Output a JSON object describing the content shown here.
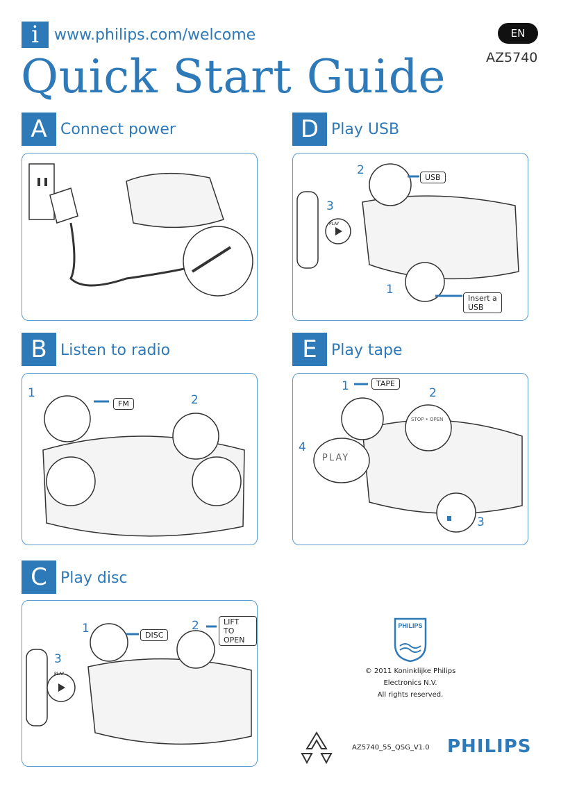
{
  "header": {
    "info_icon_letter": "i",
    "url": "www.philips.com/welcome",
    "title": "Quick Start Guide",
    "language": "EN",
    "model": "AZ5740"
  },
  "sections": {
    "A": {
      "letter": "A",
      "title": "Connect power"
    },
    "B": {
      "letter": "B",
      "title": "Listen to radio",
      "step1": "1",
      "step2": "2",
      "label_fm": "FM"
    },
    "C": {
      "letter": "C",
      "title": "Play disc",
      "step1": "1",
      "step2": "2",
      "step3": "3",
      "label_disc": "DISC",
      "label_lift_1": "LIFT TO",
      "label_lift_2": "OPEN",
      "remote_play": "PLAY"
    },
    "D": {
      "letter": "D",
      "title": "Play USB",
      "step1": "1",
      "step2": "2",
      "step3": "3",
      "label_usb": "USB",
      "label_insert_1": "Insert a",
      "label_insert_2": "USB",
      "remote_play": "PLAY"
    },
    "E": {
      "letter": "E",
      "title": "Play tape",
      "step1": "1",
      "step2": "2",
      "step3": "3",
      "step4": "4",
      "label_tape": "TAPE",
      "play_text": "PLAY",
      "stop_open_text": "STOP • OPEN"
    }
  },
  "footer": {
    "philips_shield_text": "PHILIPS",
    "copyright_line1": "© 2011 Koninklijke Philips",
    "copyright_line2": "Electronics N.V.",
    "copyright_line3": "All rights reserved.",
    "doc_code": "AZ5740_55_QSG_V1.0",
    "brand": "PHILIPS"
  },
  "colors": {
    "accent": "#2e79b8",
    "border": "#5b9bd0",
    "ink": "#222222"
  }
}
